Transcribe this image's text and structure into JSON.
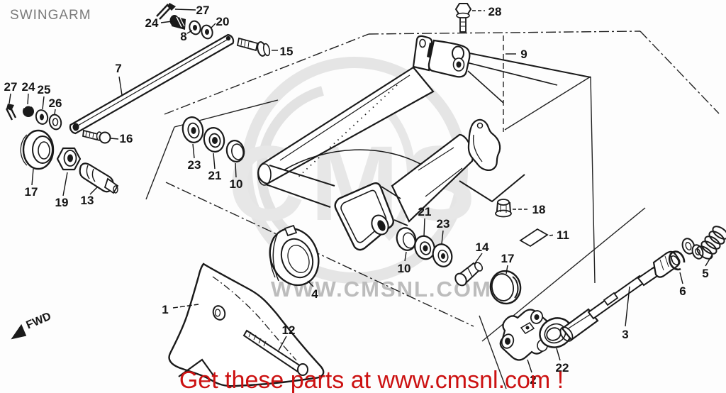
{
  "title": "SWINGARM",
  "watermark": {
    "logo": "CMS",
    "url": "WWW.CMSNL.COM"
  },
  "footer": {
    "text": "Get these parts at www.cmsnl.com !",
    "color": "#cc1111"
  },
  "direction_label": "FWD",
  "colors": {
    "line": "#1a1a1a",
    "title_gray": "#7a7a7a",
    "watermark_gray": "#bcbcbc",
    "footer_red": "#cc1111"
  },
  "callouts": [
    {
      "label": "27"
    },
    {
      "label": "24"
    },
    {
      "label": "20"
    },
    {
      "label": "8"
    },
    {
      "label": "15"
    },
    {
      "label": "28"
    },
    {
      "label": "9"
    },
    {
      "label": "7"
    },
    {
      "label": "27"
    },
    {
      "label": "24"
    },
    {
      "label": "25"
    },
    {
      "label": "26"
    },
    {
      "label": "16"
    },
    {
      "label": "17"
    },
    {
      "label": "19"
    },
    {
      "label": "13"
    },
    {
      "label": "23"
    },
    {
      "label": "21"
    },
    {
      "label": "10"
    },
    {
      "label": "21"
    },
    {
      "label": "23"
    },
    {
      "label": "10"
    },
    {
      "label": "14"
    },
    {
      "label": "17"
    },
    {
      "label": "18"
    },
    {
      "label": "11"
    },
    {
      "label": "4"
    },
    {
      "label": "1"
    },
    {
      "label": "12"
    },
    {
      "label": "2"
    },
    {
      "label": "3"
    },
    {
      "label": "22"
    },
    {
      "label": "6"
    },
    {
      "label": "5"
    }
  ]
}
